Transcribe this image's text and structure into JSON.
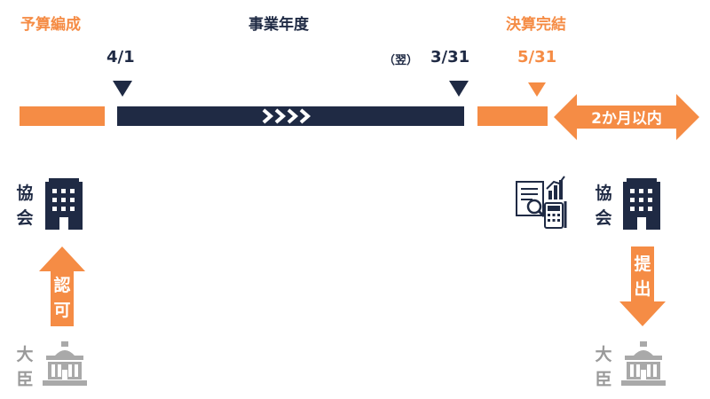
{
  "phases": {
    "budget": "予算編成",
    "fiscal_year": "事業年度",
    "settlement": "決算完結"
  },
  "dates": {
    "start": "4/1",
    "end_prefix": "（翌）",
    "end": "3/31",
    "settlement": "5/31"
  },
  "within_label": "2か月以内",
  "entities": {
    "association_left": [
      "協",
      "会"
    ],
    "association_right": [
      "協",
      "会"
    ],
    "minister_left": [
      "大",
      "臣"
    ],
    "minister_right": [
      "大",
      "臣"
    ]
  },
  "actions": {
    "approval": [
      "認",
      "可"
    ],
    "submit": [
      "提",
      "出"
    ]
  },
  "colors": {
    "orange": "#f58c45",
    "navy": "#1f2a44",
    "gray": "#9a9a9a"
  },
  "icons": [
    "building-icon",
    "government-building-icon",
    "financial-report-icon",
    "double-chevron-right-icon"
  ]
}
